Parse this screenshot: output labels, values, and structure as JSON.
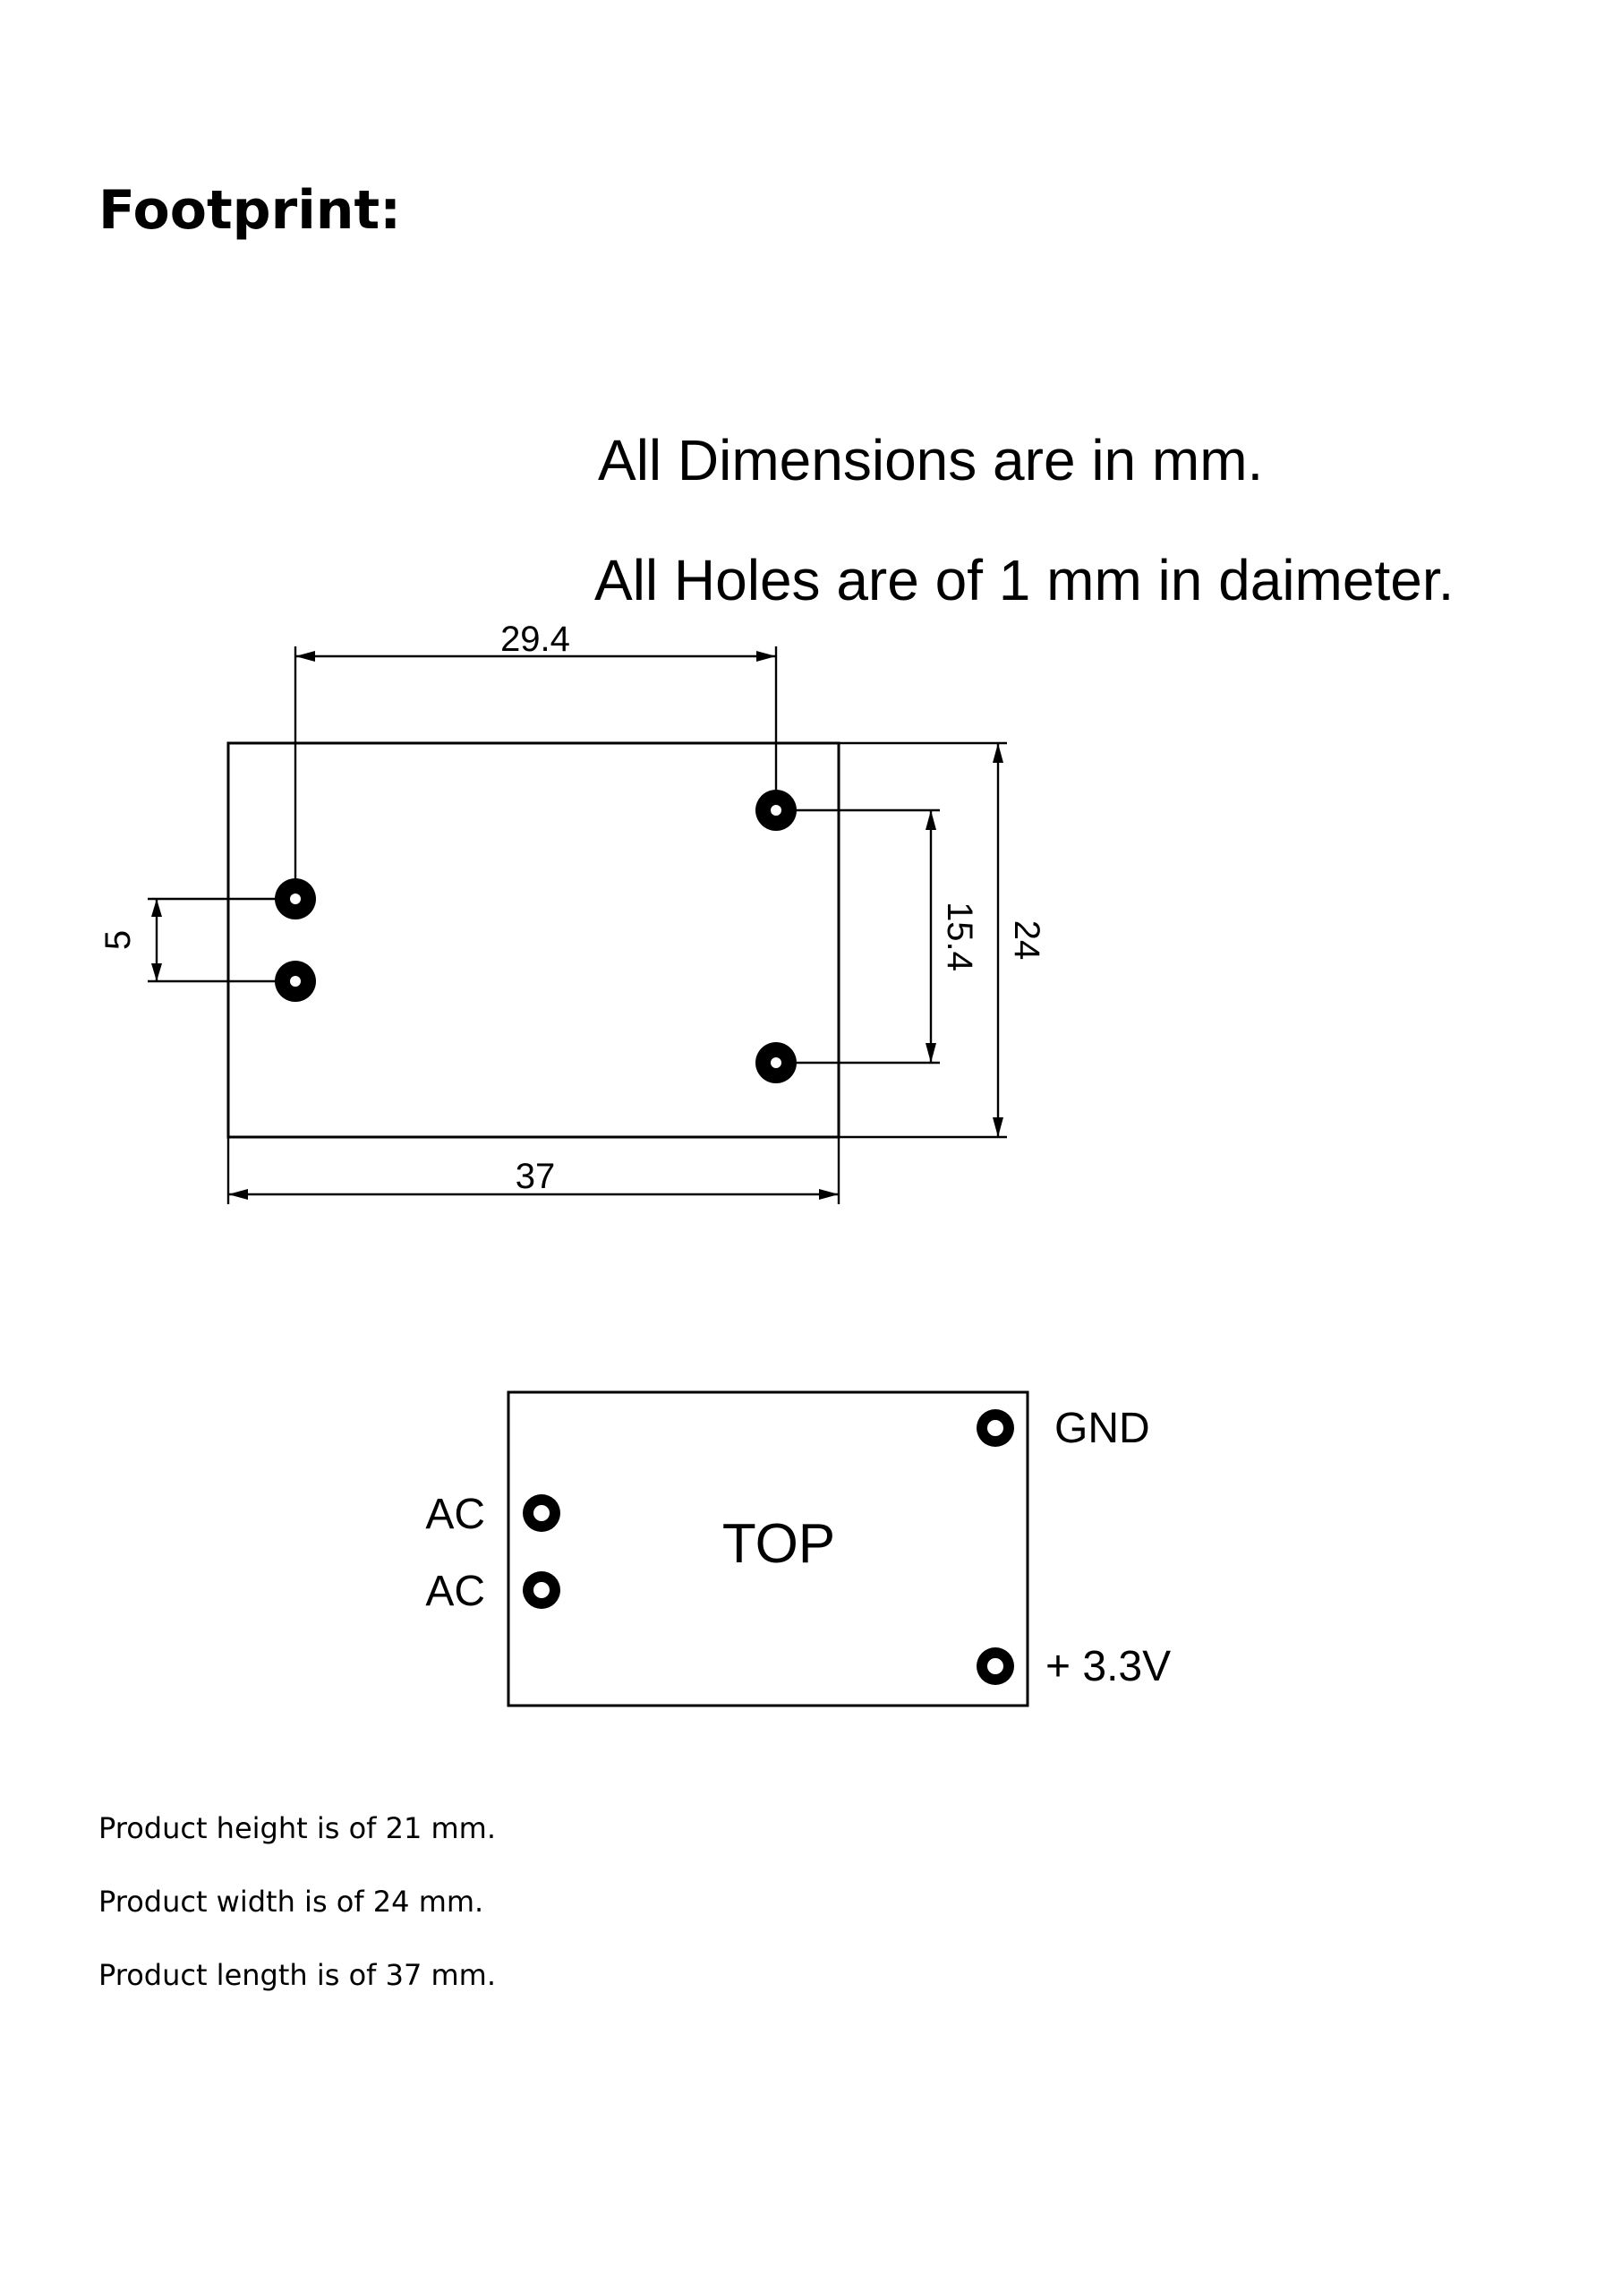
{
  "title": "Footprint:",
  "notes": {
    "dimensions": "All Dimensions are in mm.",
    "holes": "All Holes are of 1 mm in daimeter."
  },
  "footprint": {
    "dimension_labels": {
      "hole_spacing_horizontal": "29.4",
      "body_length": "37",
      "body_width": "24",
      "hole_spacing_vertical": "15.4",
      "ac_pin_pitch": "5"
    }
  },
  "pinout": {
    "top_label": "TOP",
    "pins": {
      "ac_1": "AC",
      "ac_2": "AC",
      "gnd": "GND",
      "vout": "+ 3.3V"
    }
  },
  "specs": [
    "Product height is of 21 mm.",
    "Product width is of 24 mm.",
    "Product length is of 37 mm."
  ],
  "colors": {
    "ink": "#000000",
    "paper": "#ffffff"
  }
}
